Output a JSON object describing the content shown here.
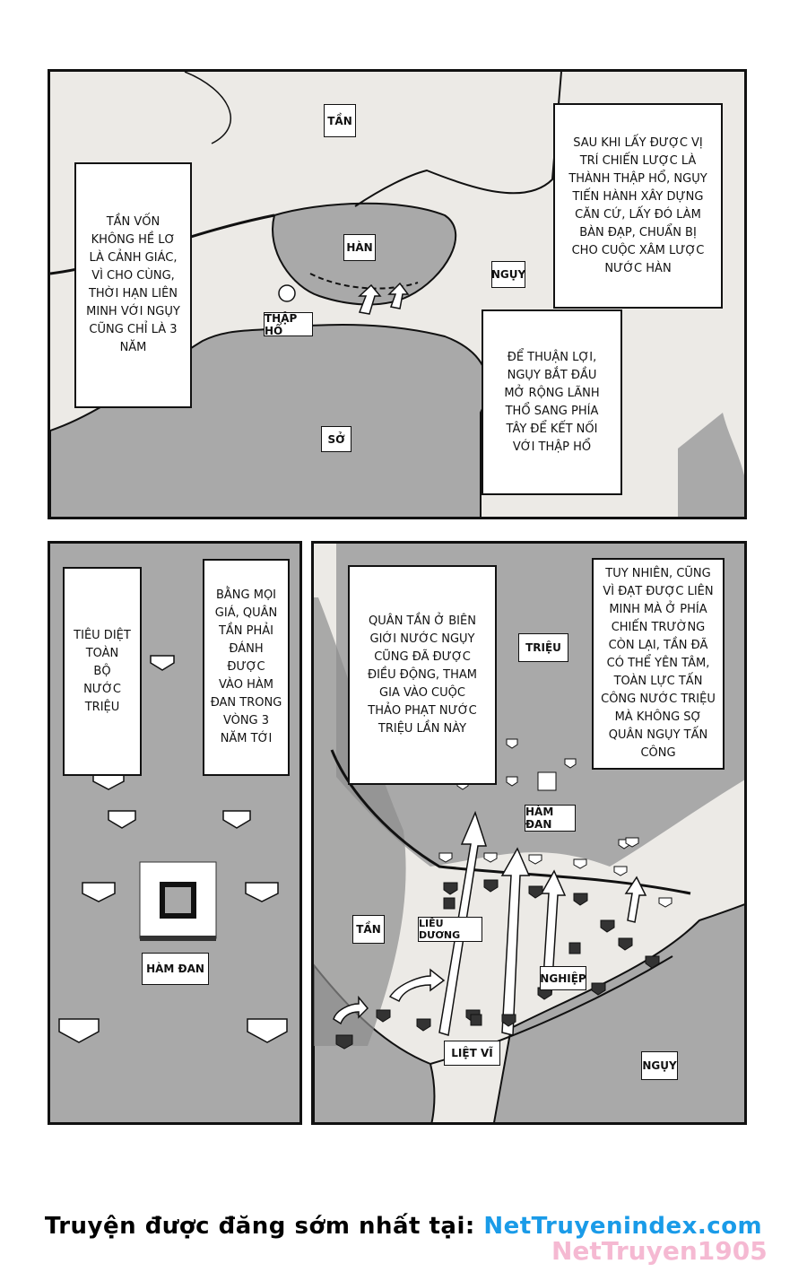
{
  "panel1": {
    "captions": [
      "TẦN VỐN\nKHÔNG HỀ LƠ\nLÀ CẢNH GIÁC,\nVÌ CHO CÙNG,\nTHỜI HẠN LIÊN\nMINH VỚI NGỤY\nCŨNG CHỈ LÀ 3\nNĂM",
      "SAU KHI LẤY ĐƯỢC VỊ\nTRÍ CHIẾN LƯỢC LÀ\nTHÀNH THẬP HỔ, NGỤY\nTIẾN HÀNH XÂY DỰNG\nCĂN CỨ, LẤY ĐÓ LÀM\nBÀN ĐẠP, CHUẨN BỊ\nCHO CUỘC XÂM LƯỢC\nNƯỚC HÀN",
      "ĐỂ THUẬN LỢI,\nNGỤY BẮT ĐẦU\nMỞ RỘNG LÃNH\nTHỔ SANG PHÍA\nTÂY ĐỂ KẾT NỐI\nVỚI THẬP HỔ"
    ],
    "labels": {
      "tan": "TẦN",
      "han": "HÀN",
      "nguy": "NGỤY",
      "thap_ho": "THẬP HỔ",
      "so": "SỞ"
    }
  },
  "panel2": {
    "captions": [
      "TIÊU DIỆT\nTOÀN\nBỘ\nNƯỚC\nTRIỆU",
      "BẰNG MỌI\nGIÁ, QUÂN\nTẦN PHẢI\nĐÁNH ĐƯỢC\nVÀO HÀM\nĐAN TRONG\nVÒNG 3\nNĂM TỚI"
    ],
    "labels": {
      "ham_dan": "HÀM ĐAN"
    }
  },
  "panel3": {
    "captions": [
      "QUÂN TẦN Ở BIÊN\nGIỚI NƯỚC NGỤY\nCŨNG ĐÃ ĐƯỢC\nĐIỀU ĐỘNG, THAM\nGIA VÀO CUỘC\nTHẢO PHẠT NƯỚC\nTRIỆU LẦN NÀY",
      "TUY NHIÊN, CŨNG\nVÌ ĐẠT ĐƯỢC LIÊN\nMINH MÀ Ở PHÍA\nCHIẾN TRƯỜNG\nCÒN LẠI, TẦN ĐÃ\nCÓ THỂ YÊN TÂM,\nTOÀN LỰC TẤN\nCÔNG NƯỚC TRIỆU\nMÀ KHÔNG SỢ\nQUÂN NGỤY TẤN\nCÔNG"
    ],
    "labels": {
      "trieu": "TRIỆU",
      "ham_dan": "HÀM ĐAN",
      "tan": "TẦN",
      "lieu_duong": "LIÊU DƯƠNG",
      "nghiep": "NGHIỆP",
      "liet_vi": "LIỆT VĨ",
      "nguy": "NGỤY"
    }
  },
  "footer": {
    "prefix": "Truyện được đăng sớm nhất tại: ",
    "site": "NetTruyenindex.com",
    "watermark": "NetTruyen1905"
  },
  "colors": {
    "land_gray": "#a9a9a9",
    "land_light": "#eceae6",
    "site_blue": "#1a9be8"
  }
}
